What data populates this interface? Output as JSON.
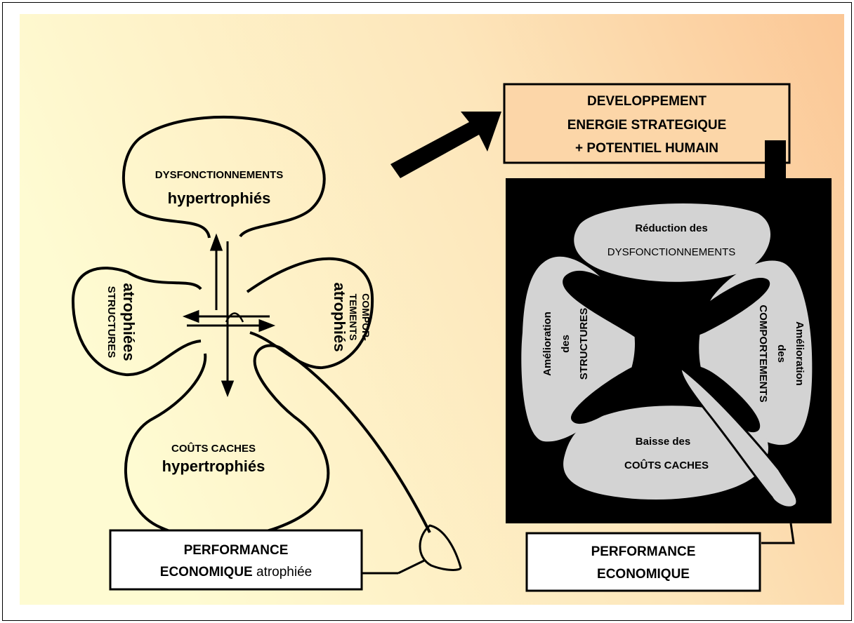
{
  "colors": {
    "background_left": "#fefbd2",
    "background_right": "#fbc796",
    "ink": "#000000",
    "petal_fill": "#d3d3d3",
    "box_fill": "#ffffff",
    "top_box_fill": "#fcd6a8"
  },
  "left_flower": {
    "top_petal": {
      "line1": "DYSFONCTIONNEMENTS",
      "line2": "hypertrophiés"
    },
    "left_petal": {
      "line1": "STRUCTURES",
      "line2": "atrophiées"
    },
    "right_petal": {
      "line1": "COMPOR-",
      "line2": "TEMENTS",
      "line3": "atrophiés"
    },
    "bottom_petal": {
      "line1": "COÛTS CACHES",
      "line2": "hypertrophiés"
    }
  },
  "left_box": {
    "line1": "PERFORMANCE",
    "line2_bold": "ECONOMIQUE",
    "line2_normal": "atrophiée"
  },
  "top_box": {
    "line1": "DEVELOPPEMENT",
    "line2": "ENERGIE STRATEGIQUE",
    "line3": "+ POTENTIEL HUMAIN"
  },
  "right_flower": {
    "top_petal": {
      "line1": "Réduction des",
      "line2": "DYSFONCTIONNEMENTS"
    },
    "left_petal": {
      "line1": "Amélioration",
      "line2": "des",
      "line3": "STRUCTURES"
    },
    "right_petal": {
      "line1": "Amélioration",
      "line2": "des",
      "line3": "COMPORTEMENTS"
    },
    "bottom_petal": {
      "line1": "Baisse des",
      "line2": "COÛTS CACHES"
    }
  },
  "right_box": {
    "line1": "PERFORMANCE",
    "line2": "ECONOMIQUE"
  }
}
